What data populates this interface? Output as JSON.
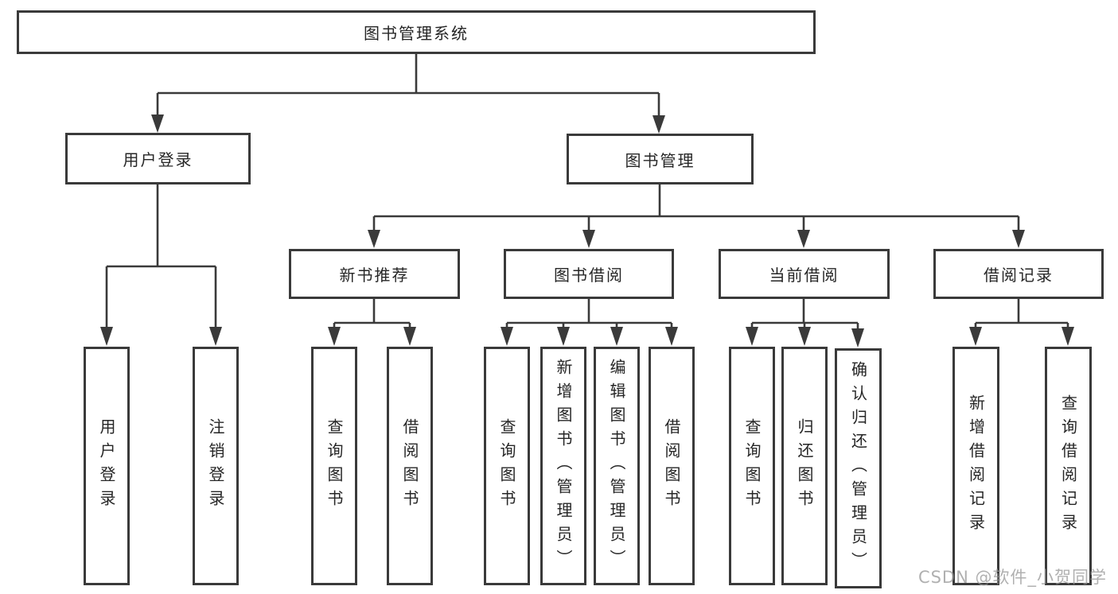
{
  "tree": {
    "root": {
      "label": "图书管理系统"
    },
    "branches": [
      {
        "label": "用户登录",
        "children": [
          {
            "label": "用户登录"
          },
          {
            "label": "注销登录"
          }
        ]
      },
      {
        "label": "图书管理",
        "children": [
          {
            "label": "新书推荐",
            "children": [
              {
                "label": "查询图书"
              },
              {
                "label": "借阅图书"
              }
            ]
          },
          {
            "label": "图书借阅",
            "children": [
              {
                "label": "查询图书"
              },
              {
                "label": "新增图书（管理员）"
              },
              {
                "label": "编辑图书（管理员）"
              },
              {
                "label": "借阅图书"
              }
            ]
          },
          {
            "label": "当前借阅",
            "children": [
              {
                "label": "查询图书"
              },
              {
                "label": "归还图书"
              },
              {
                "label": "确认归还（管理员）"
              }
            ]
          },
          {
            "label": "借阅记录",
            "children": [
              {
                "label": "新增借阅记录"
              },
              {
                "label": "查询借阅记录"
              }
            ]
          }
        ]
      }
    ]
  },
  "watermark": "CSDN @软件_小贺同学",
  "colors": {
    "line": "#3a3a3a",
    "text": "#262626",
    "background": "#ffffff",
    "watermark": "#969696"
  }
}
